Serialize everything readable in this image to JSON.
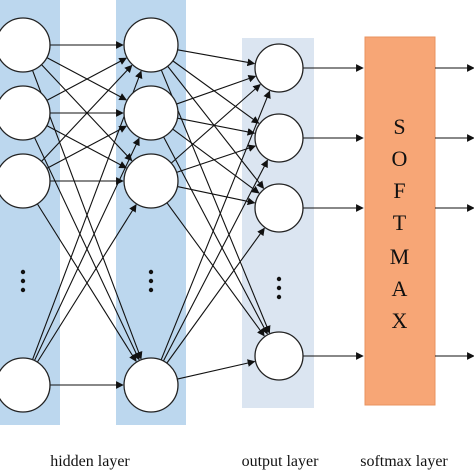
{
  "labels": {
    "hidden_layer": "hidden layer",
    "output_layer": "output layer",
    "softmax_layer": "softmax layer"
  },
  "softmax": {
    "letters": [
      "S",
      "O",
      "F",
      "T",
      "M",
      "A",
      "X"
    ]
  },
  "colors": {
    "hidden_band": "#bcd7ee",
    "output_band": "#dbe5f1",
    "softmax_box": "#f7a676",
    "softmax_border": "#e8935f",
    "stroke": "#111111"
  }
}
